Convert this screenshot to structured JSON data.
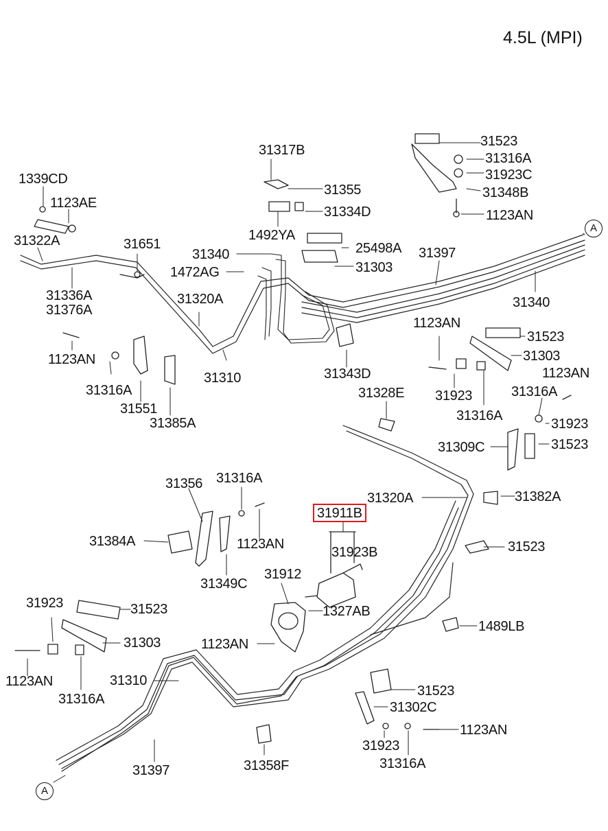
{
  "header": {
    "title": "4.5L (MPI)"
  },
  "markers": {
    "a_top": "A",
    "a_bottom": "A"
  },
  "highlight": {
    "part": "31911B",
    "color": "#e0191e"
  },
  "labels": {
    "p31523_a": "31523",
    "p31316A_a": "31316A",
    "p31923C": "31923C",
    "p31348B": "31348B",
    "p1123AN_a": "1123AN",
    "p31317B": "31317B",
    "p31355": "31355",
    "p31334D": "31334D",
    "p1492YA": "1492YA",
    "p1339CD": "1339CD",
    "p1123AE": "1123AE",
    "p31322A": "31322A",
    "p31651": "31651",
    "p31340_a": "31340",
    "p1472AG": "1472AG",
    "p25498A": "25498A",
    "p31303_a": "31303",
    "p31397_a": "31397",
    "p31340_b": "31340",
    "p31336A": "31336A",
    "p31376A": "31376A",
    "p31320A_a": "31320A",
    "p1123AN_b": "1123AN",
    "p31316A_b": "31316A",
    "p31551": "31551",
    "p31385A": "31385A",
    "p31310_a": "31310",
    "p31343D": "31343D",
    "p31328E": "31328E",
    "p1123AN_c": "1123AN",
    "p31523_b": "31523",
    "p31303_b": "31303",
    "p1123AN_d": "1123AN",
    "p31923_a": "31923",
    "p31316A_c": "31316A",
    "p31316A_d": "31316A",
    "p31923_b": "31923",
    "p31309C": "31309C",
    "p31523_c": "31523",
    "p31356": "31356",
    "p31316A_e": "31316A",
    "p31384A": "31384A",
    "p1123AN_e": "1123AN",
    "p31349C": "31349C",
    "p31911B": "31911B",
    "p31320A_b": "31320A",
    "p31382A": "31382A",
    "p31923B": "31923B",
    "p31523_d": "31523",
    "p31912": "31912",
    "p1327AB": "1327AB",
    "p1489LB": "1489LB",
    "p1123AN_f": "1123AN",
    "p31923_c": "31923",
    "p31523_e": "31523",
    "p31303_c": "31303",
    "p1123AN_g": "1123AN",
    "p31316A_f": "31316A",
    "p31310_b": "31310",
    "p31523_f": "31523",
    "p31302C": "31302C",
    "p1123AN_h": "1123AN",
    "p31923_d": "31923",
    "p31316A_g": "31316A",
    "p31397_b": "31397",
    "p31358F": "31358F"
  }
}
